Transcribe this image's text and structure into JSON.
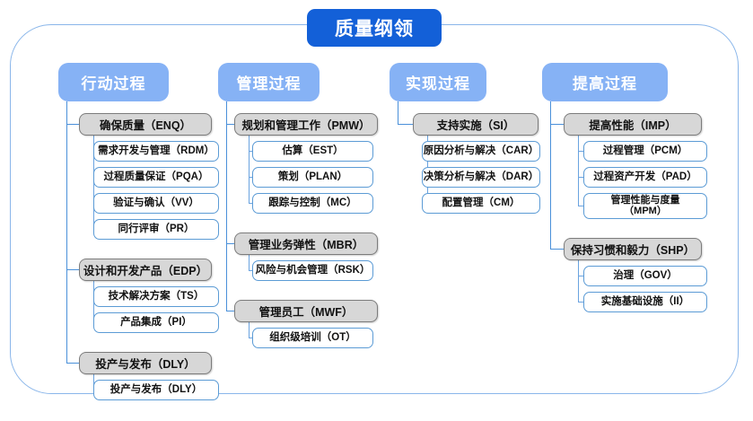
{
  "diagram": {
    "type": "org-tree",
    "root": {
      "label": "质量纲领"
    },
    "colors": {
      "root_fill": "#1360d8",
      "category_fill": "#86b2f5",
      "group_fill": "#d7d7d7",
      "group_border": "#7c7c7c",
      "leaf_border": "#5b9bd5",
      "connector": "#6aa3e0",
      "frame_border": "#8ab6ea",
      "background": "#ffffff"
    },
    "columns": [
      {
        "header": "行动过程",
        "groups": [
          {
            "label": "确保质量（ENQ）",
            "children": [
              "需求开发与管理（RDM）",
              "过程质量保证（PQA）",
              "验证与确认（VV）",
              "同行评审（PR）"
            ]
          },
          {
            "label": "设计和开发产品（EDP）",
            "children": [
              "技术解决方案（TS）",
              "产品集成（PI）"
            ]
          },
          {
            "label": "投产与发布（DLY）",
            "children": [
              "投产与发布（DLY）"
            ]
          }
        ]
      },
      {
        "header": "管理过程",
        "groups": [
          {
            "label": "规划和管理工作（PMW）",
            "children": [
              "估算（EST）",
              "策划（PLAN）",
              "跟踪与控制（MC）"
            ]
          },
          {
            "label": "管理业务弹性（MBR）",
            "children": [
              "风险与机会管理（RSK）"
            ]
          },
          {
            "label": "管理员工（MWF）",
            "children": [
              "组织级培训（OT）"
            ]
          }
        ]
      },
      {
        "header": "实现过程",
        "groups": [
          {
            "label": "支持实施（SI）",
            "children": [
              "原因分析与解决（CAR）",
              "决策分析与解决（DAR）",
              "配置管理（CM）"
            ]
          }
        ]
      },
      {
        "header": "提高过程",
        "groups": [
          {
            "label": "提高性能（IMP）",
            "children": [
              "过程管理（PCM）",
              "过程资产开发（PAD）",
              "管理性能与度量\n（MPM）"
            ]
          },
          {
            "label": "保持习惯和毅力（SHP）",
            "children": [
              "治理（GOV）",
              "实施基础设施（II）"
            ]
          }
        ]
      }
    ]
  }
}
